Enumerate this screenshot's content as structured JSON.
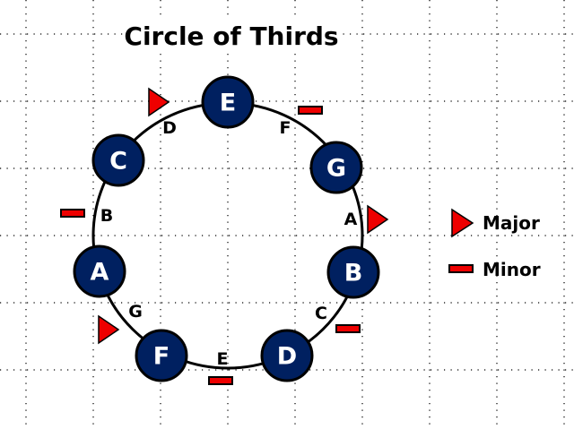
{
  "title": "Circle of Thirds",
  "notes": [
    "E",
    "G",
    "B",
    "D",
    "F",
    "A",
    "C"
  ],
  "between_notes": [
    "F",
    "A",
    "C",
    "E",
    "G",
    "B",
    "D"
  ],
  "interval_types": [
    "minor",
    "major",
    "minor",
    "minor",
    "major",
    "minor",
    "major"
  ],
  "legend": {
    "major": "Major",
    "minor": "Minor"
  },
  "colors": {
    "node_fill": "#002060",
    "marker": "#e00000"
  }
}
